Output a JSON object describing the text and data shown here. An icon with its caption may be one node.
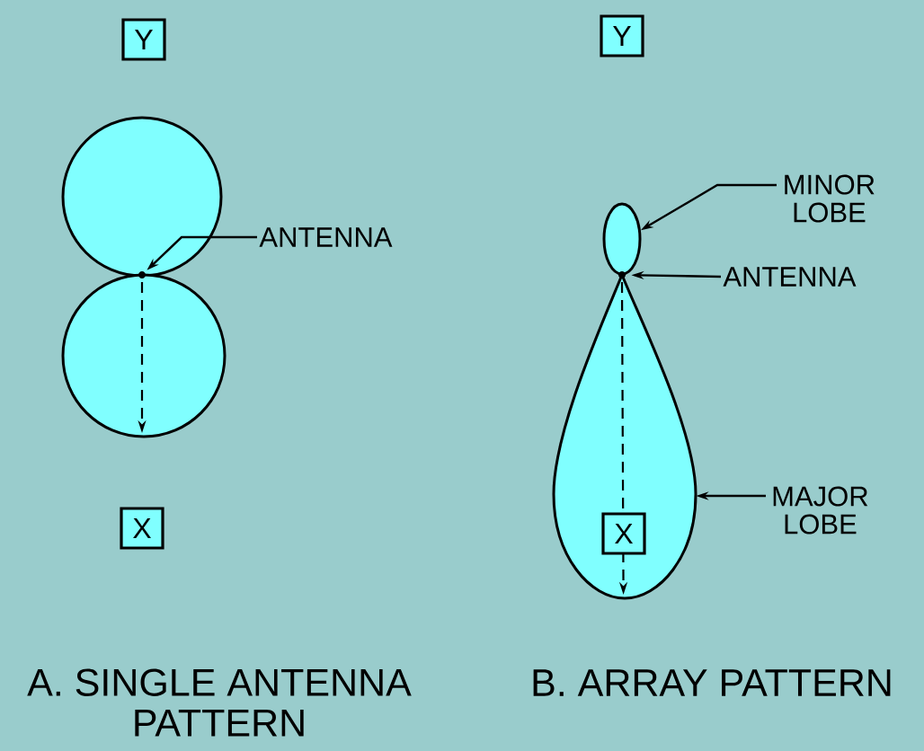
{
  "diagram": {
    "nodes": [
      {
        "text": [
          "Y"
        ]
      },
      {
        "text": [],
        "shape": "circle"
      },
      {
        "text": [
          "ANTENNA"
        ]
      },
      {
        "text": [],
        "shape": "dot"
      },
      {
        "text": [],
        "shape": "circle"
      },
      {
        "text": [
          "X"
        ]
      },
      {
        "text": [
          "Y"
        ]
      },
      {
        "text": [
          "MINOR LOBE"
        ]
      },
      {
        "text": [],
        "shape": "ellipse"
      },
      {
        "text": [
          "ANTENNA"
        ]
      },
      {
        "text": [],
        "shape": "dot"
      },
      {
        "text": [],
        "shape": "teardrop"
      },
      {
        "text": [
          "MAJOR LOBE"
        ]
      },
      {
        "text": [
          "X"
        ],
        "in": 11
      }
    ],
    "edges": [
      {
        "from": 2,
        "to": 3,
        "arrow": "to"
      },
      {
        "from": 7,
        "to": 8,
        "arrow": "to"
      },
      {
        "from": 9,
        "to": 10,
        "arrow": "to"
      },
      {
        "from": 12,
        "to": 11,
        "arrow": "to"
      }
    ],
    "labels": [
      "A. SINGLE ANTENNA PATTERN",
      "B. ARRAY PATTERN"
    ]
  }
}
